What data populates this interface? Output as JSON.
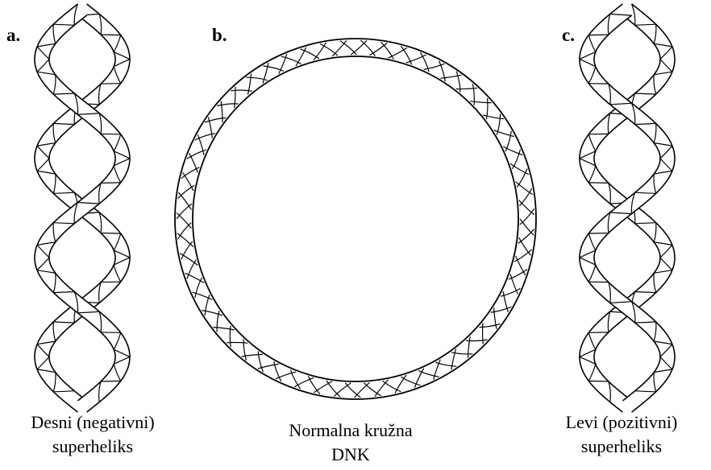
{
  "panels": [
    {
      "id": "a",
      "letter": "a.",
      "caption_line1": "Desni (negativni)",
      "caption_line2": "superheliks"
    },
    {
      "id": "b",
      "letter": "b.",
      "caption_line1": "Normalna kružna",
      "caption_line2": "DNK"
    },
    {
      "id": "c",
      "letter": "c.",
      "caption_line1": "Levi (pozitivni)",
      "caption_line2": "superheliks"
    }
  ],
  "colors": {
    "ink": "#000000",
    "background": "#ffffff"
  }
}
